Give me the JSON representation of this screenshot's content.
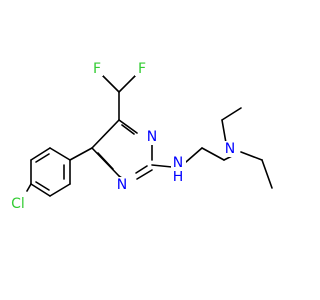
{
  "molecule": {
    "atoms": [
      {
        "id": "F1",
        "label": "F",
        "color": "#33cc33"
      },
      {
        "id": "F2",
        "label": "F",
        "color": "#33cc33"
      },
      {
        "id": "N3",
        "label": "N",
        "color": "#0000ff"
      },
      {
        "id": "N1",
        "label": "N",
        "color": "#0000ff"
      },
      {
        "id": "NH",
        "label": "H",
        "color": "#0000ff"
      },
      {
        "id": "NH_N",
        "label": "N",
        "color": "#0000ff"
      },
      {
        "id": "NEt2",
        "label": "N",
        "color": "#0000ff"
      },
      {
        "id": "Cl",
        "label": "Cl",
        "color": "#33cc33"
      }
    ]
  }
}
